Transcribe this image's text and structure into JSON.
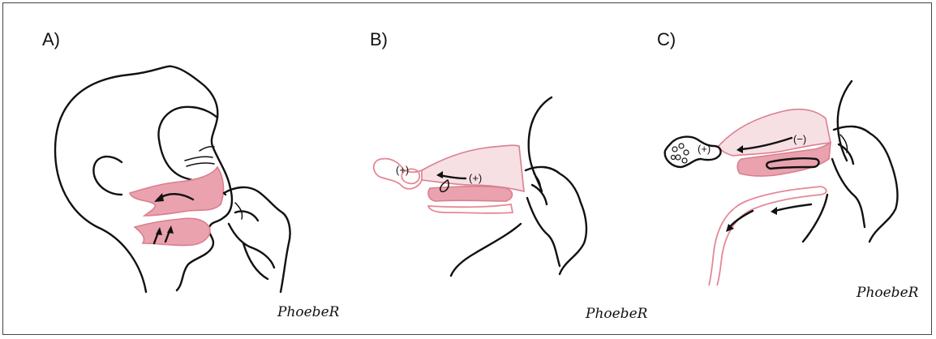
{
  "panels": [
    {
      "label": "A)",
      "signature": "PhoebeR"
    },
    {
      "label": "B)",
      "signature": "PhoebeR",
      "symbols": [
        "(+)",
        "(+)"
      ]
    },
    {
      "label": "C)",
      "signature": "PhoebeR",
      "symbols": [
        "(+)",
        "(−)"
      ]
    }
  ],
  "colors": {
    "tissue": "#eaa2ae",
    "tissue_light": "#f7e0e4",
    "outline": "#111111"
  }
}
